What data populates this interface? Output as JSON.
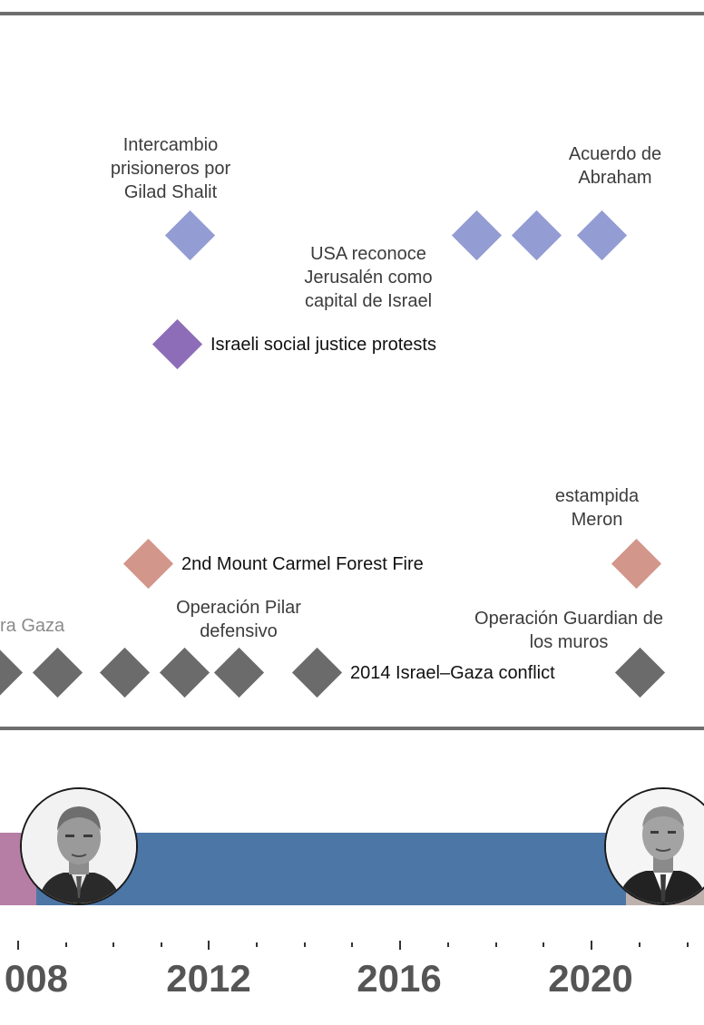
{
  "events": {
    "shalit": "Intercambio\nprisioneros por\nGilad Shalit",
    "abraham": "Acuerdo de\nAbraham",
    "usa_jerusalem": "USA reconoce\nJerusalén como\ncapital de Israel",
    "social_protests": "Israeli social justice protests",
    "meron": "estampida\nMeron",
    "carmel_fire": "2nd Mount Carmel Forest Fire",
    "gaza_partial": "ra Gaza",
    "pilar": "Operación Pilar\ndefensivo",
    "guardian": "Operación Guardian de\nlos muros",
    "gaza_2014": "2014 Israel–Gaza conflict"
  },
  "axis": {
    "years": [
      "008",
      "2012",
      "2016",
      "2020"
    ]
  },
  "colors": {
    "blue_diamond": "#939dd3",
    "purple_diamond": "#8e6db8",
    "salmon_diamond": "#d2968b",
    "gray_diamond": "#6b6b6b",
    "bar_blue": "#4c76a6",
    "bar_mauve": "#b67ea4"
  }
}
